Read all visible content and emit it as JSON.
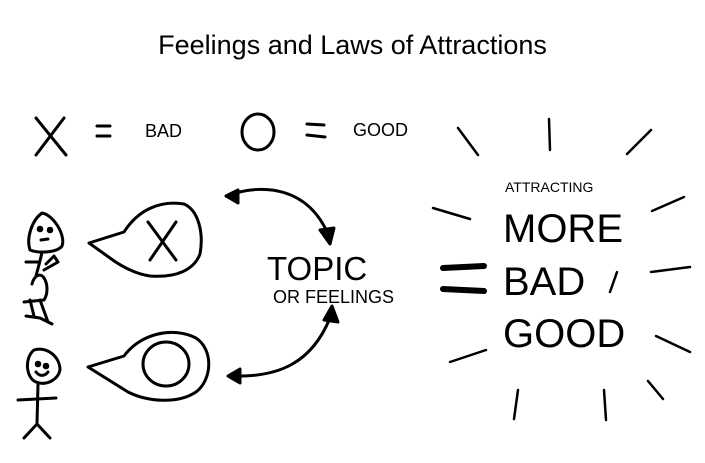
{
  "title": "Feelings and Laws of Attractions",
  "legend": {
    "x_meaning": "BAD",
    "o_meaning": "GOOD"
  },
  "center": {
    "topic": "TOPIC",
    "feelings": "OR FEELINGS"
  },
  "result": {
    "attracting": "ATTRACTING",
    "more": "MORE",
    "bad": "BAD",
    "good": "GOOD"
  }
}
